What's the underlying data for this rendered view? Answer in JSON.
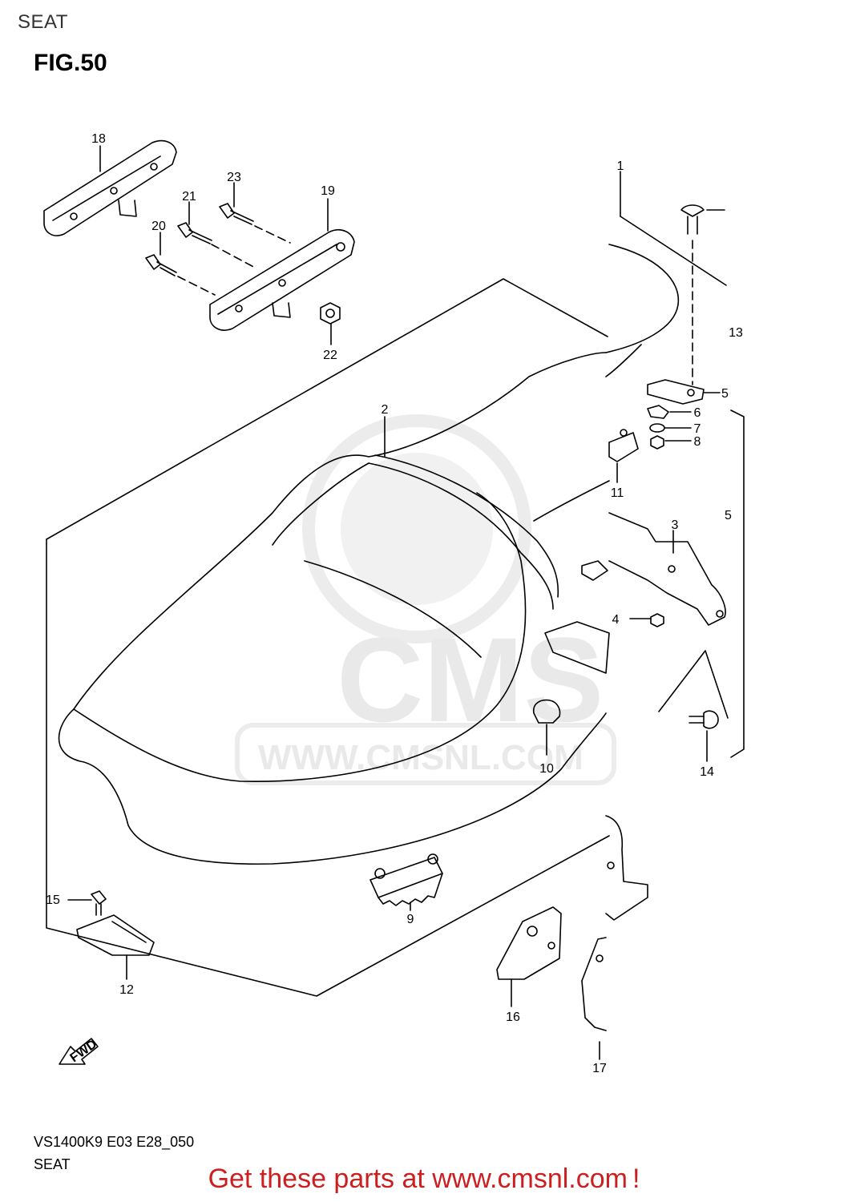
{
  "header": {
    "section": "SEAT",
    "figure": "FIG.50"
  },
  "watermark": {
    "brand": "CMS",
    "url": "WWW.CMSNL.COM"
  },
  "callouts": [
    {
      "num": "1"
    },
    {
      "num": "2"
    },
    {
      "num": "3"
    },
    {
      "num": "4"
    },
    {
      "num": "5"
    },
    {
      "num": "6"
    },
    {
      "num": "7"
    },
    {
      "num": "8"
    },
    {
      "num": "9"
    },
    {
      "num": "10"
    },
    {
      "num": "11"
    },
    {
      "num": "12"
    },
    {
      "num": "13"
    },
    {
      "num": "14"
    },
    {
      "num": "15"
    },
    {
      "num": "16"
    },
    {
      "num": "17"
    },
    {
      "num": "18"
    },
    {
      "num": "19"
    },
    {
      "num": "20"
    },
    {
      "num": "21"
    },
    {
      "num": "22"
    },
    {
      "num": "23"
    },
    {
      "num": "5"
    }
  ],
  "fwd_label": "FWD",
  "footer": {
    "model_code": "VS1400K9 E03 E28_050",
    "title": "SEAT"
  },
  "banner": {
    "text": "Get these parts at www.cmsnl.com",
    "suffix": "!"
  },
  "colors": {
    "banner": "#cc1f1f",
    "watermark": "#e9e9e9"
  }
}
